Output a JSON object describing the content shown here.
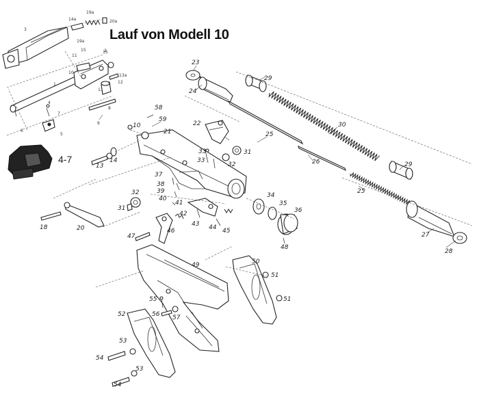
{
  "title": "Lauf von Modell 10",
  "inset_label": "4-7",
  "top_callouts": [
    "1",
    "2",
    "3",
    "4",
    "5",
    "6",
    "7",
    "8",
    "9",
    "10",
    "11",
    "12",
    "13a",
    "14a",
    "15",
    "19a",
    "20a",
    "11",
    "15",
    "19a"
  ],
  "part_numbers": [
    "10",
    "21",
    "22",
    "23",
    "24",
    "25",
    "25",
    "26",
    "27",
    "28",
    "29",
    "29",
    "30",
    "31",
    "31",
    "32",
    "32",
    "33",
    "33",
    "34",
    "35",
    "36",
    "37",
    "38",
    "39",
    "40",
    "41",
    "42",
    "43",
    "44",
    "45",
    "46",
    "47",
    "48",
    "49",
    "50",
    "51",
    "51",
    "52",
    "53",
    "53",
    "54",
    "54",
    "55",
    "56",
    "57",
    "58",
    "59",
    "13",
    "14",
    "18",
    "20"
  ]
}
